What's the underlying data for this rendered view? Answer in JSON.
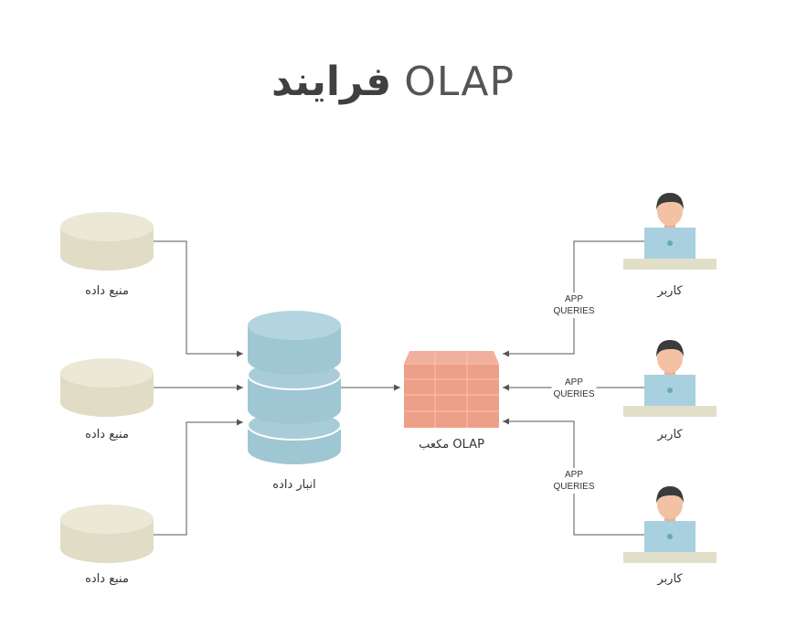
{
  "title": {
    "persian": "فرایند",
    "latin": "OLAP"
  },
  "sources": [
    {
      "label": "منبع داده"
    },
    {
      "label": "منبع داده"
    },
    {
      "label": "منبع داده"
    }
  ],
  "warehouse": {
    "label": "انبار داده"
  },
  "cube": {
    "label": "مکعب OLAP"
  },
  "users": [
    {
      "label": "کاربر"
    },
    {
      "label": "کاربر"
    },
    {
      "label": "کاربر"
    }
  ],
  "queries": [
    {
      "line1": "APP",
      "line2": "QUERIES"
    },
    {
      "line1": "APP",
      "line2": "QUERIES"
    },
    {
      "line1": "APP",
      "line2": "QUERIES"
    }
  ],
  "colors": {
    "source_fill": "#e0dcc6",
    "warehouse_fill": "#a8cdd9",
    "cube_fill": "#ee9f88",
    "monitor_fill": "#a9d0de",
    "desk_fill": "#e2dfc9",
    "skin": "#f3c1a4",
    "hair": "#3b3b3b",
    "connector": "#555555"
  }
}
